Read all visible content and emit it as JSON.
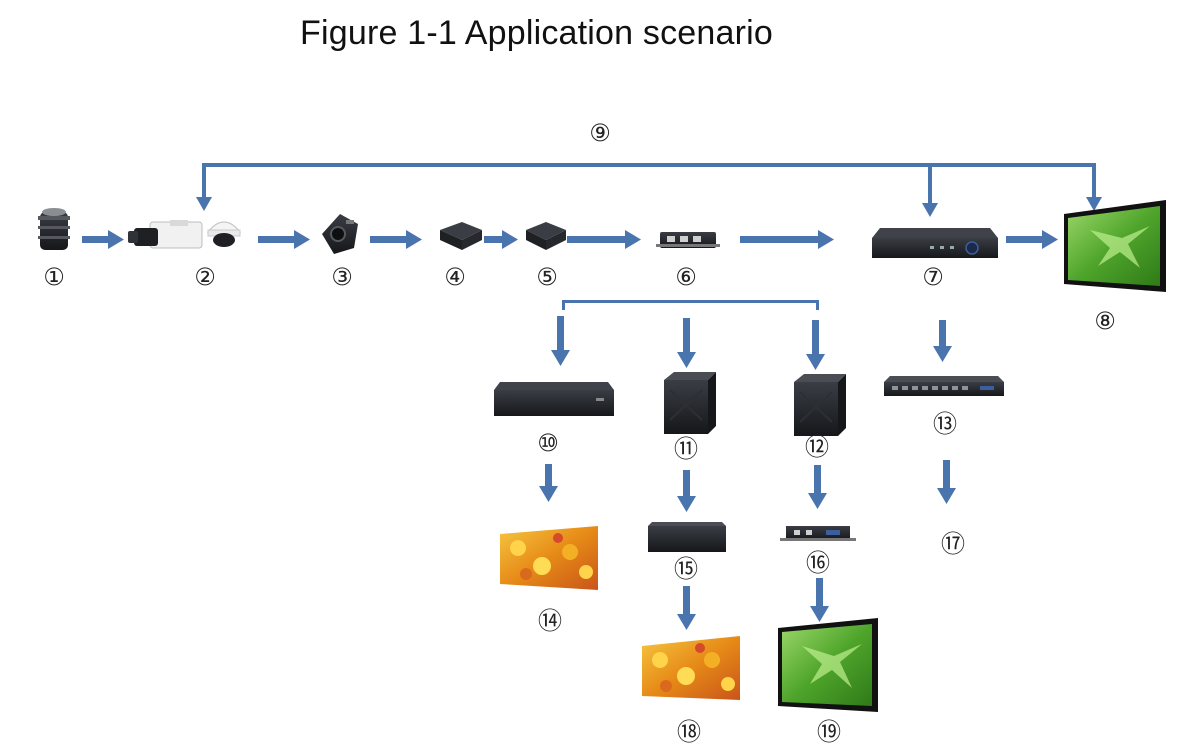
{
  "title": "Figure 1-1 Application scenario",
  "colors": {
    "arrow": "#4a74ad",
    "device_dark": "#1e2024",
    "screen_green": "#5fb033",
    "screen_yellow": "#e6a21e"
  },
  "labels": {
    "n1": "①",
    "n2": "②",
    "n3": "③",
    "n4": "④",
    "n5": "⑤",
    "n6": "⑥",
    "n7": "⑦",
    "n8": "⑧",
    "n9": "⑨",
    "n10": "⑩",
    "n11": "⑪",
    "n12": "⑫",
    "n13": "⑬",
    "n14": "⑭",
    "n15": "⑮",
    "n16": "⑯",
    "n17": "⑰",
    "n18": "⑱",
    "n19": "⑲"
  },
  "icons": {
    "n1": "camera-lens-icon",
    "n2": "ip-camera-icon",
    "n3": "network-camera-icon",
    "n4": "encoder-box-icon",
    "n5": "converter-box-icon",
    "n6": "switch-box-icon",
    "n7": "nvr-recorder-icon",
    "n8": "monitor-display-icon",
    "n10": "storage-server-icon",
    "n11": "decoder-tower-icon",
    "n12": "decoder-tower-icon",
    "n13": "network-switch-icon",
    "n14": "video-wall-icon",
    "n15": "decoder-box-icon",
    "n16": "decoder-box-small-icon",
    "n18": "video-wall-icon",
    "n19": "monitor-display-icon"
  }
}
